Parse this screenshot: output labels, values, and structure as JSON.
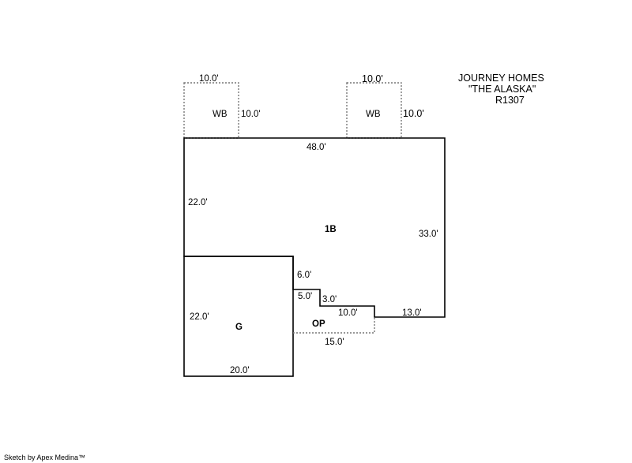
{
  "title": {
    "line1": "JOURNEY HOMES",
    "line2": "\"THE ALASKA\"",
    "line3": "R1307"
  },
  "areas": {
    "main": "1B",
    "garage": "G",
    "porch": "OP",
    "wood_balcony_left": "WB",
    "wood_balcony_right": "WB"
  },
  "dimensions": {
    "wb_left_top": "10.0'",
    "wb_left_side": "10.0'",
    "wb_right_top": "10.0'",
    "wb_right_side": "10.0'",
    "main_top": "48.0'",
    "main_left": "22.0'",
    "main_right": "33.0'",
    "step_6": "6.0'",
    "step_5": "5.0'",
    "step_3": "3.0'",
    "step_10": "10.0'",
    "step_13": "13.0'",
    "op_bottom": "15.0'",
    "garage_left": "22.0'",
    "garage_bottom": "20.0'"
  },
  "footer": "Sketch by Apex Medina™"
}
